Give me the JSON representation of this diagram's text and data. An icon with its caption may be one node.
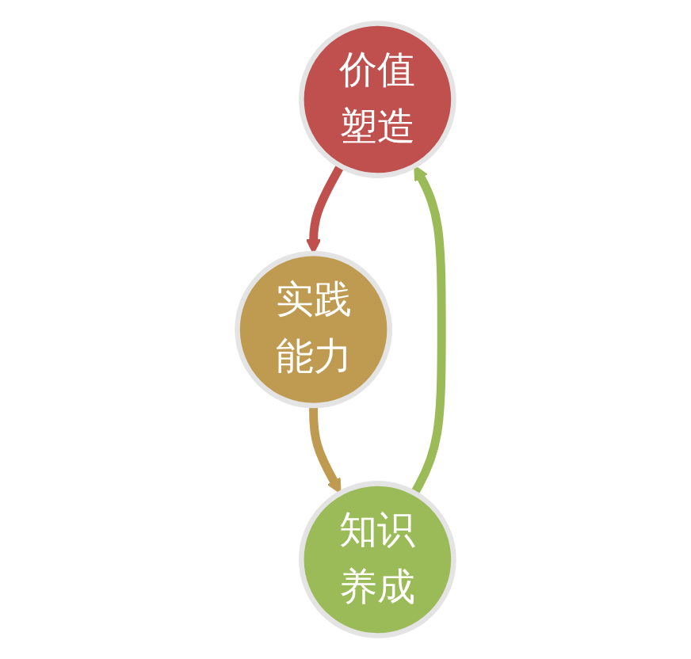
{
  "diagram": {
    "nodes": [
      {
        "text": [
          "价值塑造"
        ]
      },
      {
        "text": [
          "实践能力"
        ]
      },
      {
        "text": [
          "知识养成"
        ]
      }
    ],
    "edges": [
      {
        "from": 0,
        "to": 1,
        "arrow": "to",
        "color": "#c0504d"
      },
      {
        "from": 1,
        "to": 2,
        "arrow": "to",
        "color": "#bf9b52"
      },
      {
        "from": 2,
        "to": 0,
        "arrow": "to",
        "color": "#9bbb59"
      }
    ]
  }
}
